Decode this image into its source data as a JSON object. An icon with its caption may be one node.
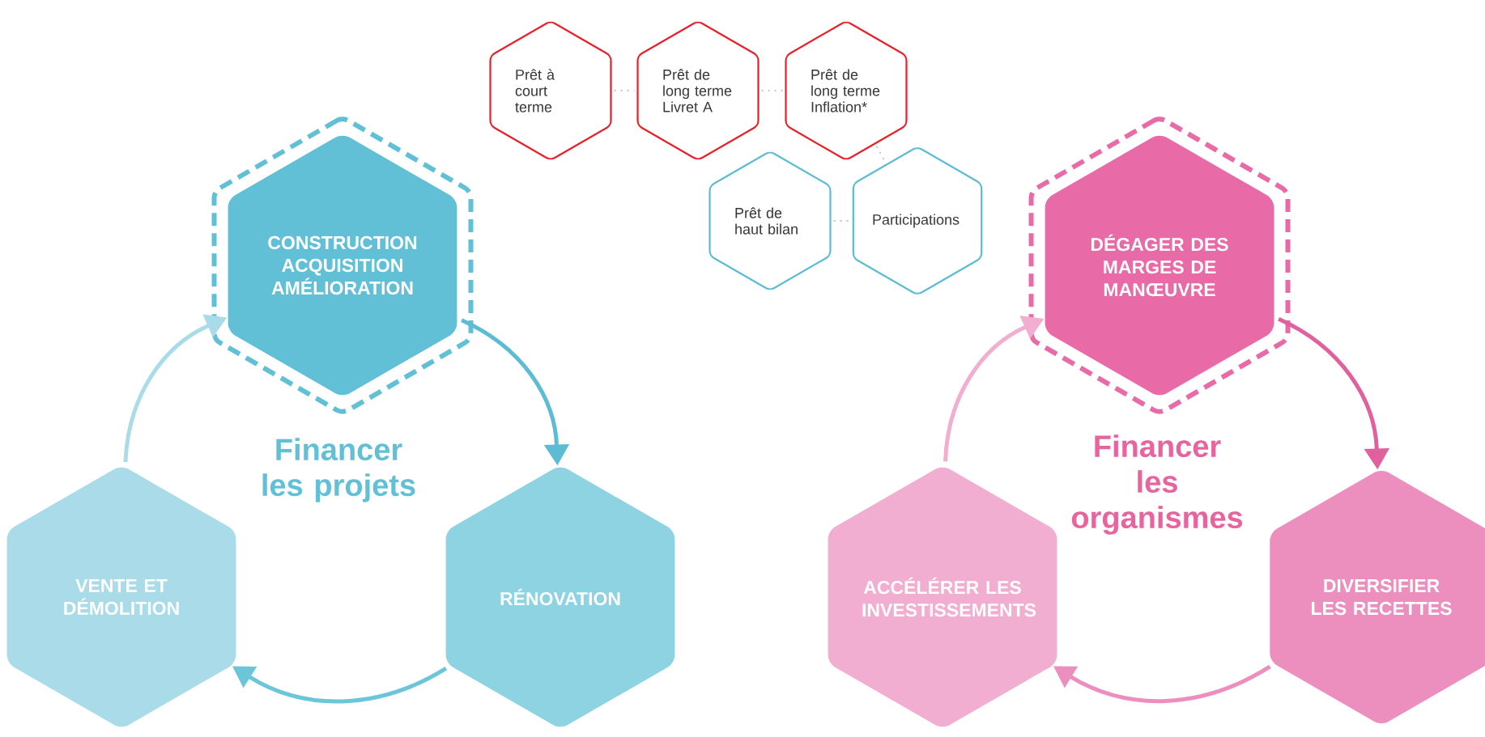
{
  "diagram": {
    "nodes": [
      {
        "text": [
          "Prêt à court terme"
        ]
      },
      {
        "text": [
          "Prêt de long terme Livret A"
        ]
      },
      {
        "text": [
          "Prêt de long terme Inflation*"
        ]
      },
      {
        "text": [
          "Prêt de haut bilan"
        ]
      },
      {
        "text": [
          "Participations"
        ]
      },
      {
        "text": [
          "CONSTRUCTION ACQUISITION AMÉLIORATION"
        ]
      },
      {
        "text": [
          "DÉGAGER DES MARGES DE MANŒUVRE"
        ]
      },
      {
        "text": [
          "VENTE ET DÉMOLITION"
        ]
      },
      {
        "text": [
          "RÉNOVATION"
        ]
      },
      {
        "text": [
          "ACCÉLÉRER LES INVESTISSEMENTS"
        ]
      },
      {
        "text": [
          "DIVERSIFIER LES RECETTES"
        ]
      }
    ],
    "edges": [
      {
        "from": 0,
        "to": 1,
        "arrow": "none",
        "style": "dashed",
        "color": "#c4c4c4"
      },
      {
        "from": 1,
        "to": 2,
        "arrow": "none",
        "style": "dashed",
        "color": "#c4c4c4"
      },
      {
        "from": 2,
        "to": 4,
        "arrow": "none",
        "style": "dashed",
        "color": "#c4c4c4"
      },
      {
        "from": 3,
        "to": 4,
        "arrow": "none",
        "style": "dashed",
        "color": "#c4c4c4"
      },
      {
        "from": 5,
        "to": 8,
        "arrow": "to",
        "color": "#5bbcd3"
      },
      {
        "from": 8,
        "to": 7,
        "arrow": "to",
        "color": "#6cc6da"
      },
      {
        "from": 7,
        "to": 5,
        "arrow": "to",
        "color": "#a9dce8"
      },
      {
        "from": 6,
        "to": 10,
        "arrow": "to",
        "color": "#e0619e"
      },
      {
        "from": 10,
        "to": 9,
        "arrow": "to",
        "color": "#ec8fbf"
      },
      {
        "from": 9,
        "to": 6,
        "arrow": "to",
        "color": "#f2aed0"
      }
    ],
    "labels": [
      "Financer les projets",
      "Financer les organismes"
    ]
  }
}
